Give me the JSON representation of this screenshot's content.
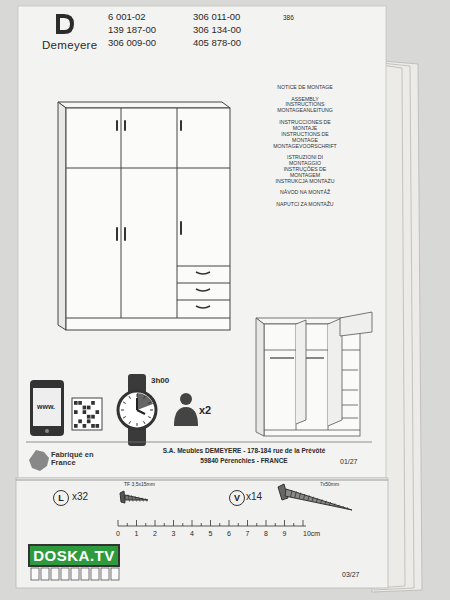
{
  "diagram": {
    "nodes": [
      {
        "text": [
          "L"
        ]
      },
      {
        "text": [
          "V"
        ]
      },
      {
        "text": [
          "DOSKA.TV"
        ]
      }
    ],
    "labels": [
      "6 001-02",
      "139 187-00",
      "306 009-00",
      "306 011-00",
      "306 134-00",
      "405 878-00",
      "386",
      "Demeyere",
      "NOTICE DE MONTAGE",
      "ASSEMBLY INSTRUCTIONS",
      "MONTAGEANLEITUNG",
      "INSTRUCCIONES DE MONTAJE",
      "INSTRUCTIONS DE MONTAGE",
      "MONTAGEVOORSCHRIFT",
      "ISTRUZIONI DI MONTAGGIO",
      "INSTRUÇÕES DE MONTAGEM",
      "INSTRUKCJA MONTAŻU",
      "NÁVOD NA MONTÁŽ",
      "NAPUTCI ZA MONTAŽU",
      "www.",
      "3h00",
      "x2",
      "Fabriqué en France",
      "S.A. Meubles DEMEYERE - 178-184 rue de la Prévôté",
      "59840 Pérenchies - FRANCE",
      "01/27",
      "x32",
      "TF 3,5x15mm",
      "x14",
      "7x50mm",
      "0",
      "1",
      "2",
      "3",
      "4",
      "5",
      "6",
      "7",
      "8",
      "9",
      "10cm",
      "03/27"
    ]
  }
}
